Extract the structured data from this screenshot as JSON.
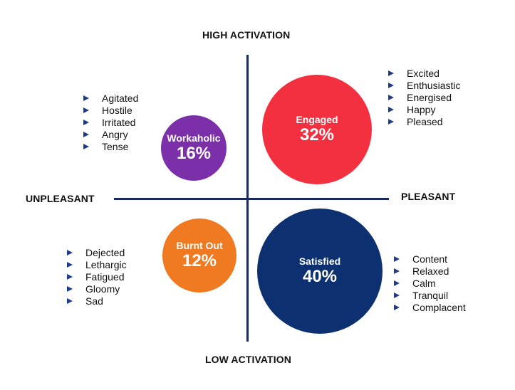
{
  "axes": {
    "top": "HIGH ACTIVATION",
    "bottom": "LOW ACTIVATION",
    "left": "UNPLEASANT",
    "right": "PLEASANT",
    "color": "#1a2a5e"
  },
  "quadrants": [
    {
      "id": "workaholic",
      "name": "Workaholic",
      "percent": "16%",
      "color": "#7b2fa8",
      "position": "top-left",
      "words": [
        "Agitated",
        "Hostile",
        "Irritated",
        "Angry",
        "Tense"
      ]
    },
    {
      "id": "engaged",
      "name": "Engaged",
      "percent": "32%",
      "color": "#f2303f",
      "position": "top-right",
      "words": [
        "Excited",
        "Enthusiastic",
        "Energised",
        "Happy",
        "Pleased"
      ]
    },
    {
      "id": "burnt-out",
      "name": "Burnt Out",
      "percent": "12%",
      "color": "#ef7a22",
      "position": "bottom-left",
      "words": [
        "Dejected",
        "Lethargic",
        "Fatigued",
        "Gloomy",
        "Sad"
      ]
    },
    {
      "id": "satisfied",
      "name": "Satisfied",
      "percent": "40%",
      "color": "#0d3070",
      "position": "bottom-right",
      "words": [
        "Content",
        "Relaxed",
        "Calm",
        "Tranquil",
        "Complacent"
      ]
    }
  ],
  "bullet_color": "#1f3c88"
}
